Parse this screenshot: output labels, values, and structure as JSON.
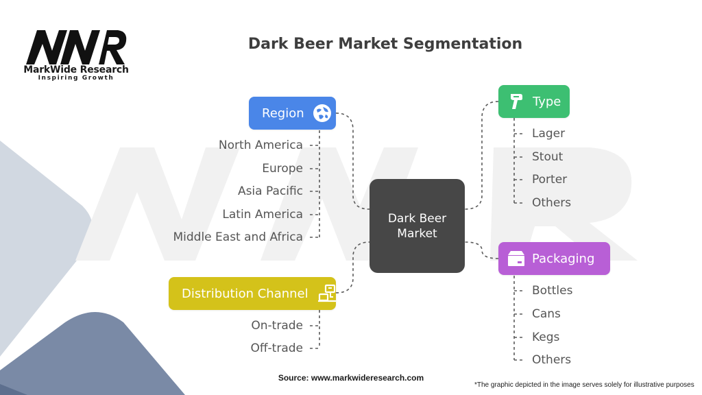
{
  "brand": {
    "name": "MarkWide Research",
    "tagline": "Inspiring Growth",
    "logo_text": "MWR"
  },
  "title": "Dark Beer Market Segmentation",
  "center": {
    "line1": "Dark Beer",
    "line2": "Market"
  },
  "segments": {
    "region": {
      "label": "Region",
      "icon": "globe-icon",
      "color": "#4a86e8",
      "items": [
        "North America",
        "Europe",
        "Asia Pacific",
        "Latin America",
        "Middle East and Africa"
      ]
    },
    "distribution": {
      "label": "Distribution Channel",
      "icon": "conveyor-icon",
      "color": "#d4c21a",
      "items": [
        "On-trade",
        "Off-trade"
      ]
    },
    "type": {
      "label": "Type",
      "icon": "scanner-icon",
      "color": "#3dbf72",
      "items": [
        "Lager",
        "Stout",
        "Porter",
        "Others"
      ]
    },
    "packaging": {
      "label": "Packaging",
      "icon": "box-icon",
      "color": "#b85fd6",
      "items": [
        "Bottles",
        "Cans",
        "Kegs",
        "Others"
      ]
    }
  },
  "source": "Source: www.markwideresearch.com",
  "disclaimer": "*The graphic depicted in the image serves solely for illustrative purposes"
}
